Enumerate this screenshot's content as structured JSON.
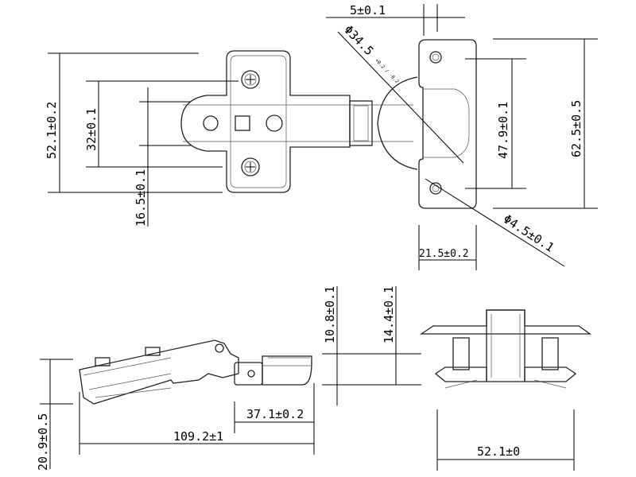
{
  "title": "Concealed cabinet hinge technical drawing",
  "dimensions": {
    "overlay_gap": "5±0.1",
    "cup_diameter": "Φ34.5",
    "cup_diameter_tolerance": "+0.2 / -0.2",
    "arm_height": "52.1±0.2",
    "screw_spacing": "32±0.1",
    "arm_width": "16.5±0.1",
    "plate_hole_spacing": "47.9±0.1",
    "plate_height": "62.5±0.5",
    "plate_width": "21.5±0.2",
    "hole_diameter": "Φ4.5±0.1",
    "cup_depth": "10.8±0.1",
    "cup_total_depth": "14.4±0.1",
    "arm_thickness": "20.9±0.5",
    "cup_length": "37.1±0.2",
    "overall_length": "109.2±1",
    "base_width": "52.1±0"
  }
}
